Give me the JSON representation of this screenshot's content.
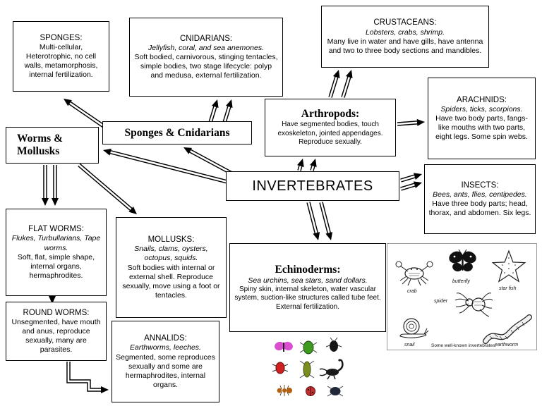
{
  "nodes": {
    "sponges": {
      "title": "SPONGES:",
      "body": "Multi-cellular, Heterotrophic, no cell walls, metamorphosis, internal fertilization."
    },
    "cnidarians": {
      "title": "CNIDARIANS:",
      "examples": "Jellyfish, coral, and sea anemones.",
      "body": "Soft bodied, carnivorous, stinging tentacles, simple bodies, two stage lifecycle: polyp and medusa, external fertilization."
    },
    "crustaceans": {
      "title": "CRUSTACEANS:",
      "examples": "Lobsters, crabs, shrimp.",
      "body": "Many live in water and have gills, have antenna and two to three body sections and mandibles."
    },
    "arachnids": {
      "title": "ARACHNIDS:",
      "examples": "Spiders, ticks, scorpions.",
      "body": "Have two body parts, fangs-like mouths with two parts, eight legs. Some spin webs."
    },
    "arthropods": {
      "title": "Arthropods:",
      "body": "Have segmented bodies, touch exoskeleton, jointed appendages. Reproduce sexually."
    },
    "sponges_cnidarians": {
      "title": "Sponges & Cnidarians"
    },
    "worms_mollusks": {
      "line1": "Worms &",
      "line2": "Mollusks"
    },
    "insects": {
      "title": "INSECTS:",
      "examples": "Bees, ants, flies, centipedes.",
      "body": "Have three body parts; head, thorax, and abdomen. Six legs."
    },
    "invertebrates": {
      "title": "INVERTEBRATES"
    },
    "flat_worms": {
      "title": "FLAT WORMS:",
      "examples": "Flukes, Turbullarians, Tape worms.",
      "body": "Soft, flat, simple shape, internal organs, hermaphrodites."
    },
    "mollusks": {
      "title": "MOLLUSKS:",
      "examples": "Snails, clams, oysters, octopus, squids.",
      "body": "Soft bodies with internal or external shell. Reproduce sexually, move using a foot or tentacles."
    },
    "echinoderms": {
      "title": "Echinoderms:",
      "examples": "Sea urchins, sea stars, sand dollars.",
      "body": "Spiny skin, internal skeleton, water vascular system, suction-like structures called tube feet. External fertilization."
    },
    "round_worms": {
      "title": "ROUND WORMS:",
      "body": "Unsegmented, have mouth and anus, reproduce sexually, many are parasites."
    },
    "annalids": {
      "title": "ANNALIDS:",
      "examples": "Earthworms, leeches.",
      "body": "Segmented, some reproduces sexually and some are hermaphrodites, internal organs."
    }
  },
  "figure": {
    "labels": {
      "crab": "crab",
      "butterfly": "butterfly",
      "starfish": "star fish",
      "spider": "spider",
      "snail": "snail",
      "earthworm": "earthworm"
    },
    "caption": "Some well-known invertebrates."
  }
}
